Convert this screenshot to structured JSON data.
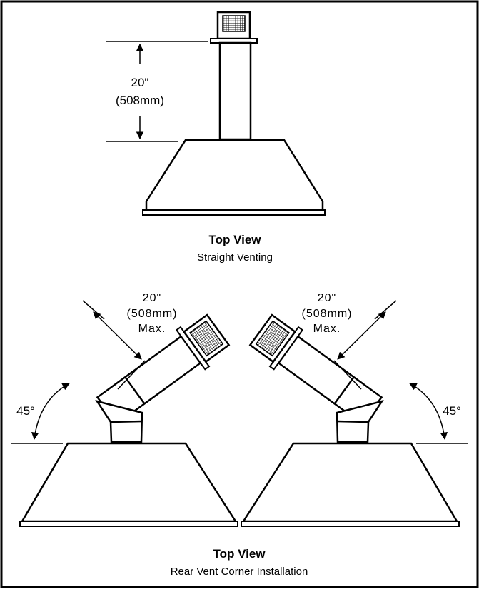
{
  "straight": {
    "dim_in": "20\"",
    "dim_mm": "(508mm)",
    "caption_title": "Top View",
    "caption_sub": "Straight Venting"
  },
  "corner_left": {
    "dim_in": "20\"",
    "dim_mm": "(508mm)",
    "dim_max": "Max.",
    "angle": "45°"
  },
  "corner_right": {
    "dim_in": "20\"",
    "dim_mm": "(508mm)",
    "dim_max": "Max.",
    "angle": "45°"
  },
  "corner_caption": {
    "caption_title": "Top View",
    "caption_sub": "Rear Vent Corner Installation"
  }
}
